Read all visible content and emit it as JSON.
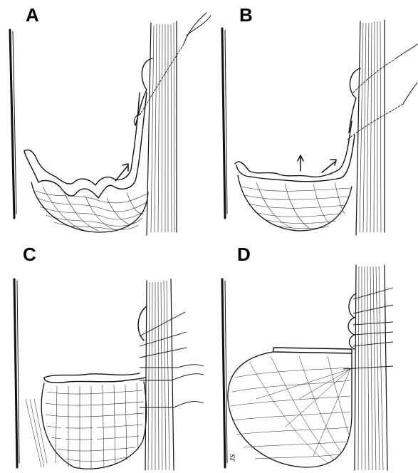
{
  "panels": [
    {
      "label": "A"
    },
    {
      "label": "B"
    },
    {
      "label": "C"
    },
    {
      "label": "D"
    }
  ],
  "artist_initials": "JS"
}
